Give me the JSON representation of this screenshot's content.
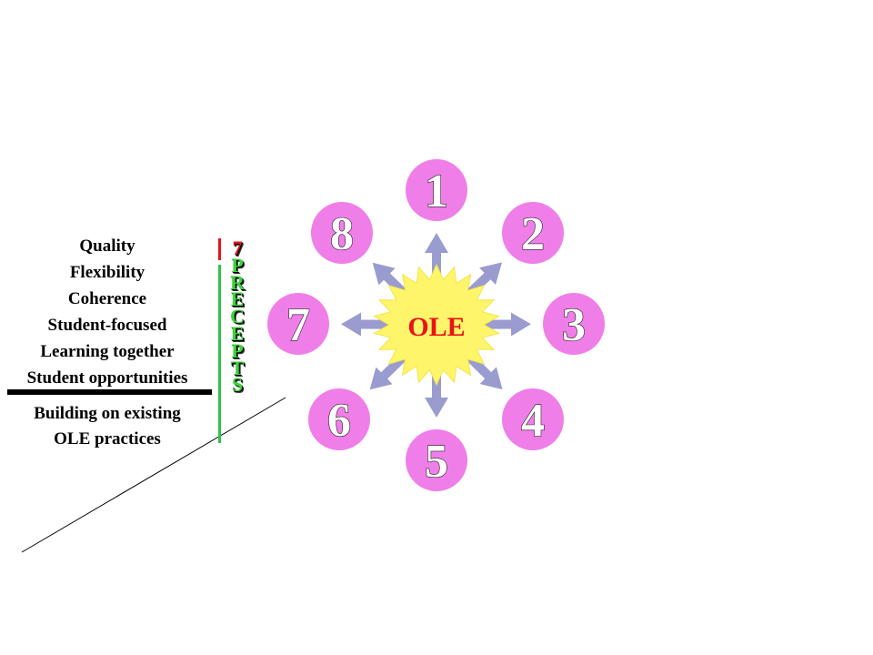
{
  "precepts": {
    "items": [
      "Quality",
      "Flexibility",
      "Coherence",
      "Student-focused",
      "Learning together",
      "Student opportunities"
    ],
    "extra_line1": "Building on existing",
    "extra_line2": "OLE practices",
    "vertical_number": "7",
    "vertical_letters": [
      "P",
      "R",
      "E",
      "C",
      "E",
      "P",
      "T",
      "S"
    ]
  },
  "diagram": {
    "center_label": "OLE",
    "nodes": [
      "1",
      "2",
      "3",
      "4",
      "5",
      "6",
      "7",
      "8"
    ],
    "colors": {
      "node_fill": "#f07ee9",
      "burst_fill": "#fff56a",
      "arrow_fill": "#9a9ccf",
      "center_text": "#e8141a",
      "word_green": "#3cd33c",
      "bar_red": "#e8141a",
      "bar_green": "#2fc24a"
    }
  }
}
